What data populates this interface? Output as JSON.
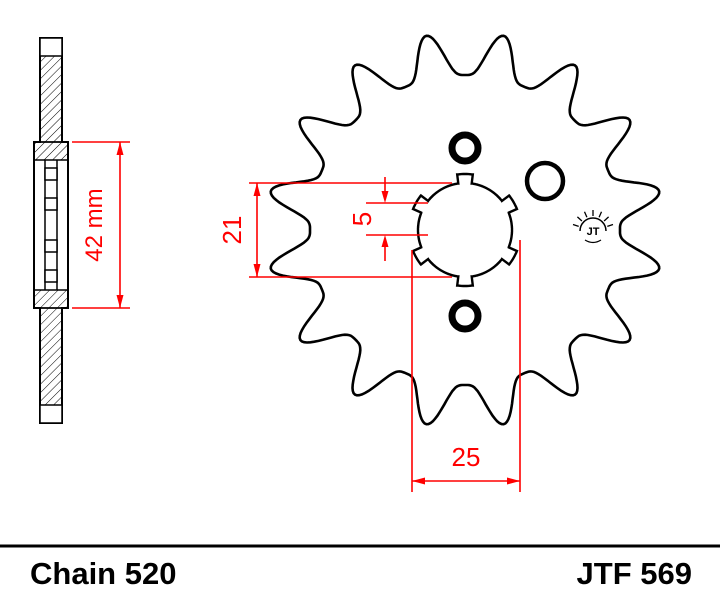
{
  "colors": {
    "background": "#ffffff",
    "line": "#000000",
    "dimension": "#ff0000"
  },
  "footer": {
    "chain_label": "Chain 520",
    "part_number": "JTF 569"
  },
  "dimensions": {
    "hub_length_label": "42 mm",
    "bore_diameter_label": "21",
    "spline_groove_label": "5",
    "spline_outer_label": "25"
  },
  "logo": {
    "text": "JT"
  },
  "sprocket": {
    "teeth": 16
  }
}
